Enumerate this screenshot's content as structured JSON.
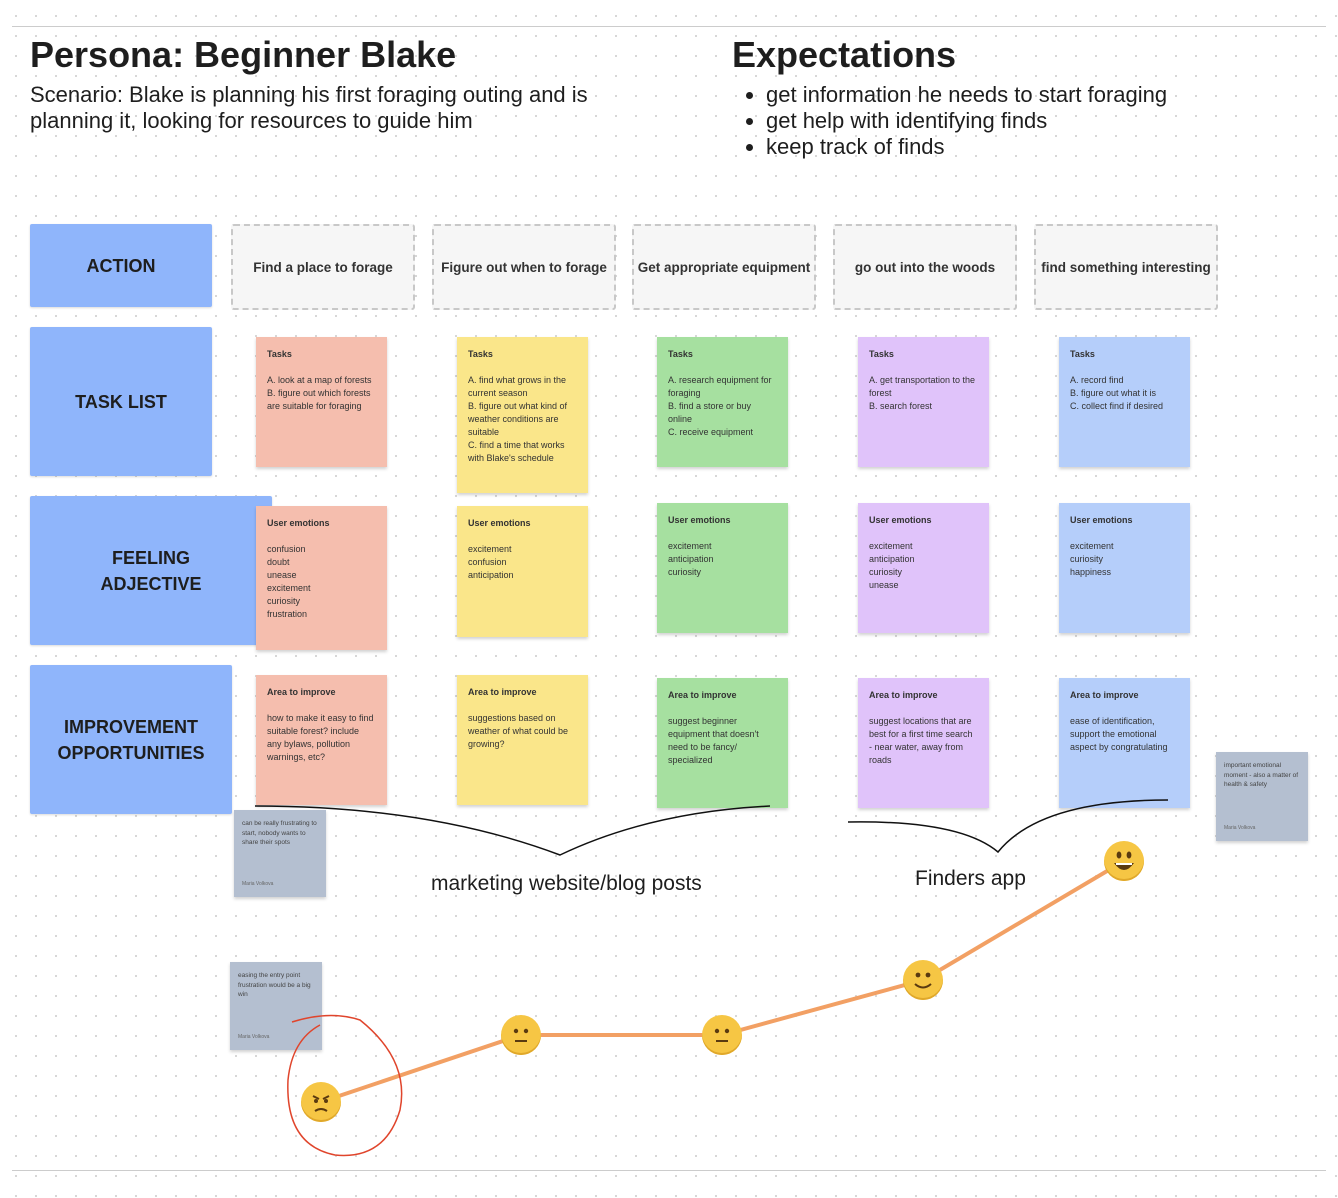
{
  "persona": {
    "title": "Persona: Beginner Blake",
    "scenario": "Scenario: Blake is planning his first foraging outing and is planning it, looking for resources to guide him"
  },
  "expectations": {
    "title": "Expectations",
    "items": [
      "get information he needs to start foraging",
      "get help with identifying finds",
      "keep track of finds"
    ]
  },
  "rows": [
    "ACTION",
    "TASK LIST",
    "FEELING ADJECTIVE",
    "IMPROVEMENT OPPORTUNITIES"
  ],
  "actions": [
    "Find a place to forage",
    "Figure out when to forage",
    "Get appropriate equipment",
    "go out into the woods",
    "find something interesting"
  ],
  "tasks": [
    {
      "title": "Tasks",
      "body": "A. look at a map of forests\nB. figure out which forests are suitable for foraging"
    },
    {
      "title": "Tasks",
      "body": "A. find what grows in the current season\nB. figure out what kind of weather conditions are suitable\nC. find a time that works with Blake's schedule"
    },
    {
      "title": "Tasks",
      "body": "A. research equipment for foraging\nB. find a store or buy online\nC. receive equipment"
    },
    {
      "title": "Tasks",
      "body": "A. get transportation to the forest\nB. search forest"
    },
    {
      "title": "Tasks",
      "body": "A. record find\nB. figure out what it is\nC. collect find if desired"
    }
  ],
  "emotions": [
    {
      "title": "User emotions",
      "body": "confusion\ndoubt\nunease\nexcitement\ncuriosity\nfrustration"
    },
    {
      "title": "User emotions",
      "body": "excitement\nconfusion\nanticipation"
    },
    {
      "title": "User emotions",
      "body": "excitement\nanticipation\ncuriosity"
    },
    {
      "title": "User emotions",
      "body": "excitement\nanticipation\ncuriosity\nunease"
    },
    {
      "title": "User emotions",
      "body": "excitement\ncuriosity\nhappiness"
    }
  ],
  "improve": [
    {
      "title": "Area to improve",
      "body": "how to make it easy to find suitable forest? include any bylaws, pollution warnings, etc?"
    },
    {
      "title": "Area to improve",
      "body": "suggestions based on weather of what could be growing?"
    },
    {
      "title": "Area to improve",
      "body": "suggest beginner equipment that doesn't need to be fancy/ specialized"
    },
    {
      "title": "Area to improve",
      "body": "suggest locations that are best for a first time search - near water, away from roads"
    },
    {
      "title": "Area to improve",
      "body": "ease of identification, support the emotional aspect by congratulating"
    }
  ],
  "comments": [
    {
      "text": "can be really frustrating to start, nobody wants to share their spots",
      "author": "Maria Volkova"
    },
    {
      "text": "easing the entry point frustration would be a big win",
      "author": "Maria Volkova"
    },
    {
      "text": "important emotional moment - also a matter of health & safety",
      "author": "Maria Volkova"
    }
  ],
  "groups": {
    "marketing": "marketing website/blog posts",
    "app": "Finders app"
  },
  "journey": {
    "levels": [
      1,
      2,
      2,
      3,
      4
    ],
    "moods": [
      "angry",
      "neutral",
      "neutral",
      "smile",
      "happy"
    ]
  },
  "colors": {
    "label": "#8fb5fb",
    "pink": "#f5beae",
    "yellow": "#fae68a",
    "green": "#a6e0a0",
    "purple": "#e0c3fa",
    "blue": "#b5cefa",
    "line": "#f2a064",
    "circle": "#e0452c"
  }
}
